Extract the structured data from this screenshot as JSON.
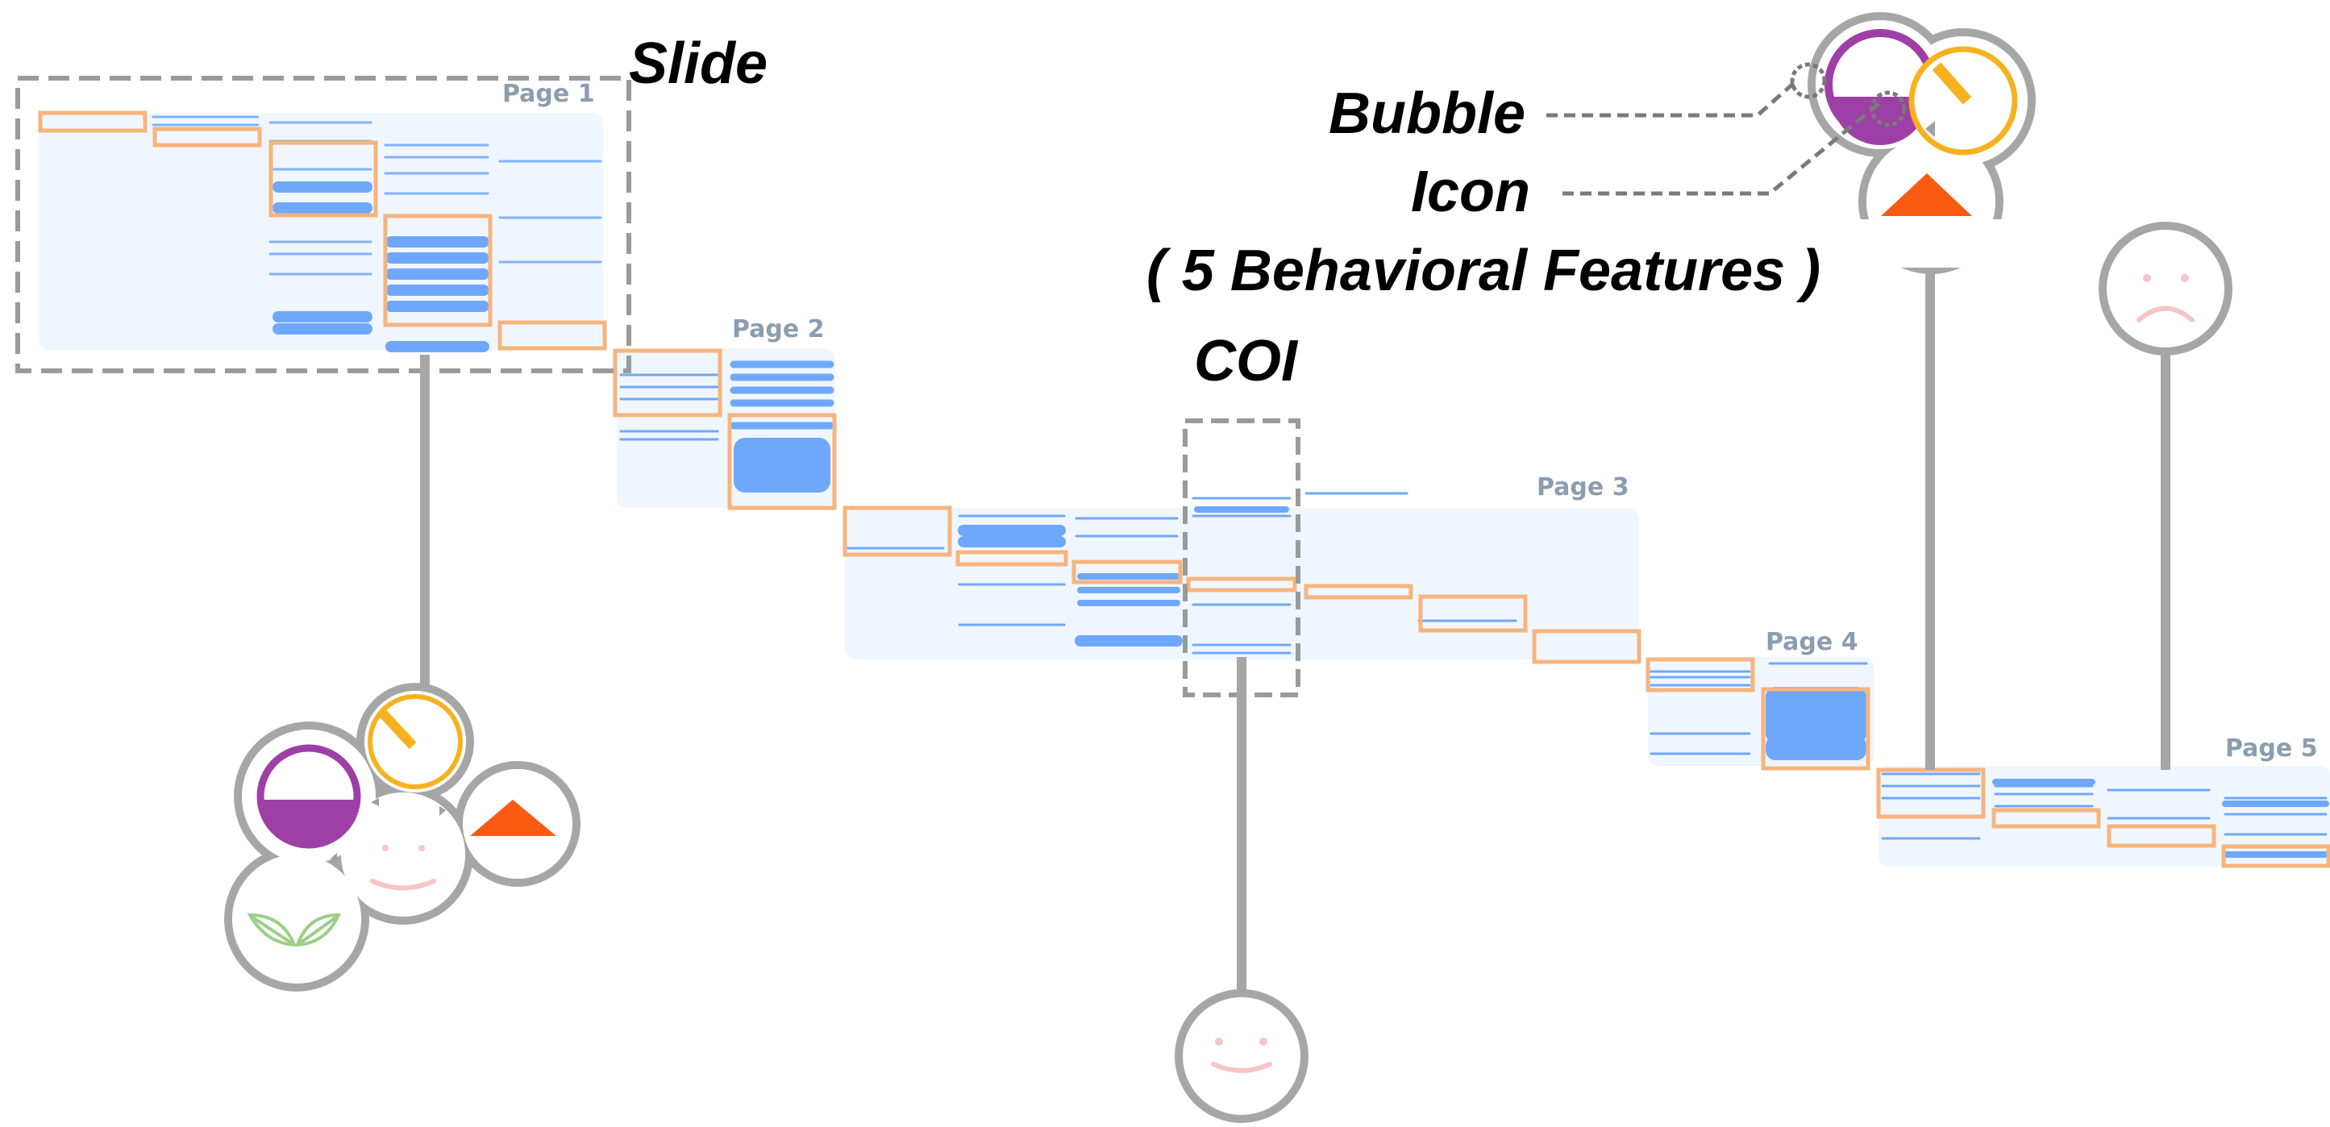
{
  "labels": {
    "slide": "Slide",
    "bubble": "Bubble",
    "icon": "Icon",
    "features": "( 5 Behavioral Features )",
    "coi": "COI"
  },
  "pages": [
    {
      "label": "Page 1"
    },
    {
      "label": "Page 2"
    },
    {
      "label": "Page 3"
    },
    {
      "label": "Page 4"
    },
    {
      "label": "Page 5"
    }
  ],
  "bubbles": [
    {
      "name": "bubble-cluster-large",
      "features": [
        "half-filled-circle",
        "clock-dial",
        "orange-triangle",
        "smiley-face",
        "leaf"
      ]
    },
    {
      "name": "bubble-coi-smiley",
      "features": [
        "smiley-face"
      ]
    },
    {
      "name": "bubble-cluster-top",
      "features": [
        "half-filled-circle",
        "clock-dial",
        "orange-triangle"
      ]
    },
    {
      "name": "bubble-frown",
      "features": [
        "frown-face"
      ]
    }
  ],
  "colors": {
    "page_bg": "#f0f6fd",
    "highlight": "#f6b47d",
    "line_blue": "#6fa8fb",
    "dash_grey": "#9a9a9a",
    "stem_grey": "#a6a6a6",
    "purple": "#9e3fa5",
    "yellow": "#f6b21e",
    "orange": "#fa5a12",
    "pink": "#f7c4c8",
    "green": "#9bcf8a"
  }
}
